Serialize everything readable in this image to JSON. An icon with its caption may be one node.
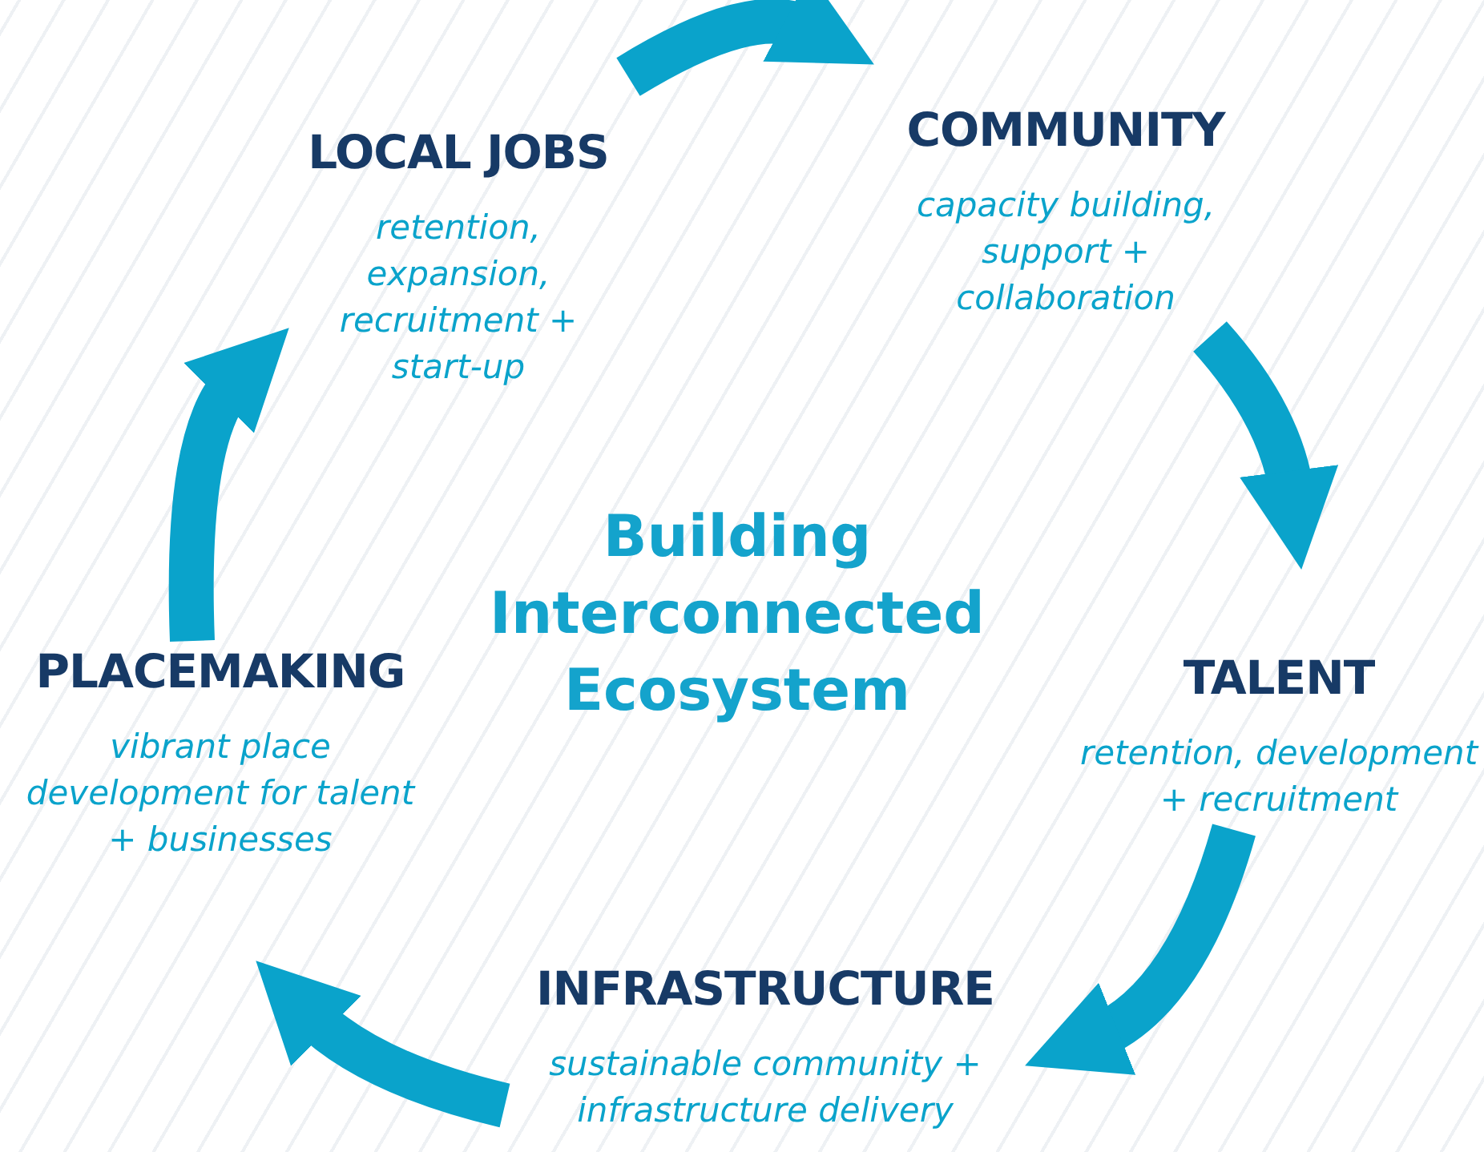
{
  "diagram": {
    "title": "Building Interconnected Ecosystem",
    "nodes": [
      {
        "text": [
          "LOCAL JOBS",
          "retention, expansion, recruitment + start-up"
        ]
      },
      {
        "text": [
          "COMMUNITY",
          "capacity building, support + collaboration"
        ]
      },
      {
        "text": [
          "TALENT",
          "retention, development + recruitment"
        ]
      },
      {
        "text": [
          "INFRASTRUCTURE",
          "sustainable community + infrastructure delivery"
        ]
      },
      {
        "text": [
          "PLACEMAKING",
          "vibrant place development for talent + businesses"
        ]
      }
    ],
    "edges": [
      {
        "from": 0,
        "to": 1,
        "arrow": "to"
      },
      {
        "from": 1,
        "to": 2,
        "arrow": "to"
      },
      {
        "from": 2,
        "to": 3,
        "arrow": "to"
      },
      {
        "from": 3,
        "to": 4,
        "arrow": "to"
      },
      {
        "from": 4,
        "to": 0,
        "arrow": "to"
      }
    ]
  }
}
